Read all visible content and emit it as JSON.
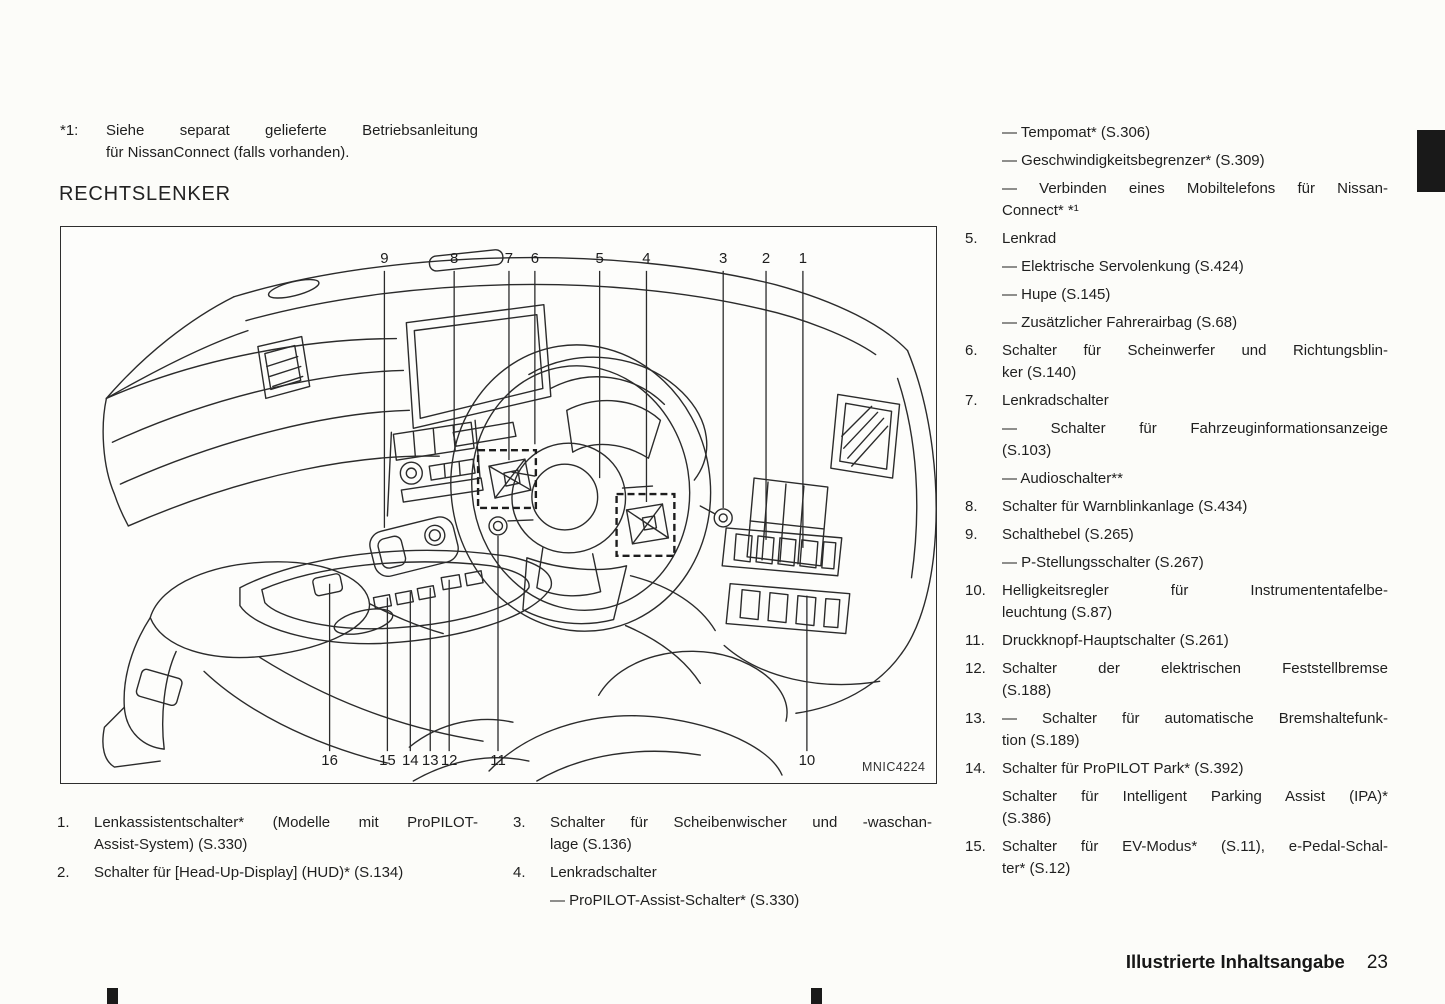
{
  "page": {
    "footnote": {
      "label": "*1:",
      "lines": [
        "Siehe separat gelieferte Betriebsanleitung",
        "für NissanConnect (falls vorhanden)."
      ]
    },
    "heading": "RECHTSLENKER",
    "figure": {
      "code": "MNIC4224",
      "top_callouts": [
        "9",
        "8",
        "7",
        "6",
        "5",
        "4",
        "3",
        "2",
        "1"
      ],
      "bottom_callouts": [
        "16",
        "15",
        "14",
        "13",
        "12",
        "11",
        "10"
      ]
    },
    "lists": {
      "left": [
        {
          "num": "1.",
          "paras": [
            [
              "Lenkassistentschalter* (Modelle mit ProPILOT-",
              "Assist-System) (S.330)"
            ]
          ]
        },
        {
          "num": "2.",
          "paras": [
            [
              "Schalter für [Head-Up-Display] (HUD)* (S.134)"
            ]
          ]
        }
      ],
      "middle": [
        {
          "num": "3.",
          "paras": [
            [
              "Schalter für Scheibenwischer und -waschan-",
              "lage (S.136)"
            ]
          ]
        },
        {
          "num": "4.",
          "paras": [
            [
              "Lenkradschalter"
            ],
            [
              "— ProPILOT-Assist-Schalter* (S.330)"
            ]
          ]
        }
      ],
      "right": [
        {
          "num": "",
          "paras": [
            [
              "— Tempomat* (S.306)"
            ],
            [
              "— Geschwindigkeitsbegrenzer* (S.309)"
            ],
            [
              "— Verbinden eines Mobiltelefons für Nissan-",
              "Connect* *¹"
            ]
          ]
        },
        {
          "num": "5.",
          "paras": [
            [
              "Lenkrad"
            ],
            [
              "— Elektrische Servolenkung (S.424)"
            ],
            [
              "— Hupe (S.145)"
            ],
            [
              "— Zusätzlicher Fahrerairbag (S.68)"
            ]
          ]
        },
        {
          "num": "6.",
          "paras": [
            [
              "Schalter für Scheinwerfer und Richtungsblin-",
              "ker (S.140)"
            ]
          ]
        },
        {
          "num": "7.",
          "paras": [
            [
              "Lenkradschalter"
            ],
            [
              "— Schalter für Fahrzeuginformationsanzeige",
              "(S.103)"
            ],
            [
              "— Audioschalter**"
            ]
          ]
        },
        {
          "num": "8.",
          "paras": [
            [
              "Schalter für Warnblinkanlage (S.434)"
            ]
          ]
        },
        {
          "num": "9.",
          "paras": [
            [
              "Schalthebel (S.265)"
            ],
            [
              "— P-Stellungsschalter (S.267)"
            ]
          ]
        },
        {
          "num": "10.",
          "paras": [
            [
              "Helligkeitsregler für Instrumententafelbe-",
              "leuchtung (S.87)"
            ]
          ]
        },
        {
          "num": "11.",
          "paras": [
            [
              "Druckknopf-Hauptschalter (S.261)"
            ]
          ]
        },
        {
          "num": "12.",
          "paras": [
            [
              "Schalter der elektrischen Feststellbremse",
              "(S.188)"
            ]
          ]
        },
        {
          "num": "13.",
          "paras": [
            [
              "— Schalter für automatische Bremshaltefunk-",
              "tion (S.189)"
            ]
          ]
        },
        {
          "num": "14.",
          "paras": [
            [
              "Schalter für ProPILOT Park* (S.392)"
            ],
            [
              "Schalter für Intelligent Parking Assist (IPA)*",
              "(S.386)"
            ]
          ]
        },
        {
          "num": "15.",
          "paras": [
            [
              "Schalter für EV-Modus* (S.11), e-Pedal-Schal-",
              "ter* (S.12)"
            ]
          ]
        }
      ]
    },
    "footer": {
      "title": "Illustrierte Inhaltsangabe",
      "page_number": "23"
    }
  }
}
